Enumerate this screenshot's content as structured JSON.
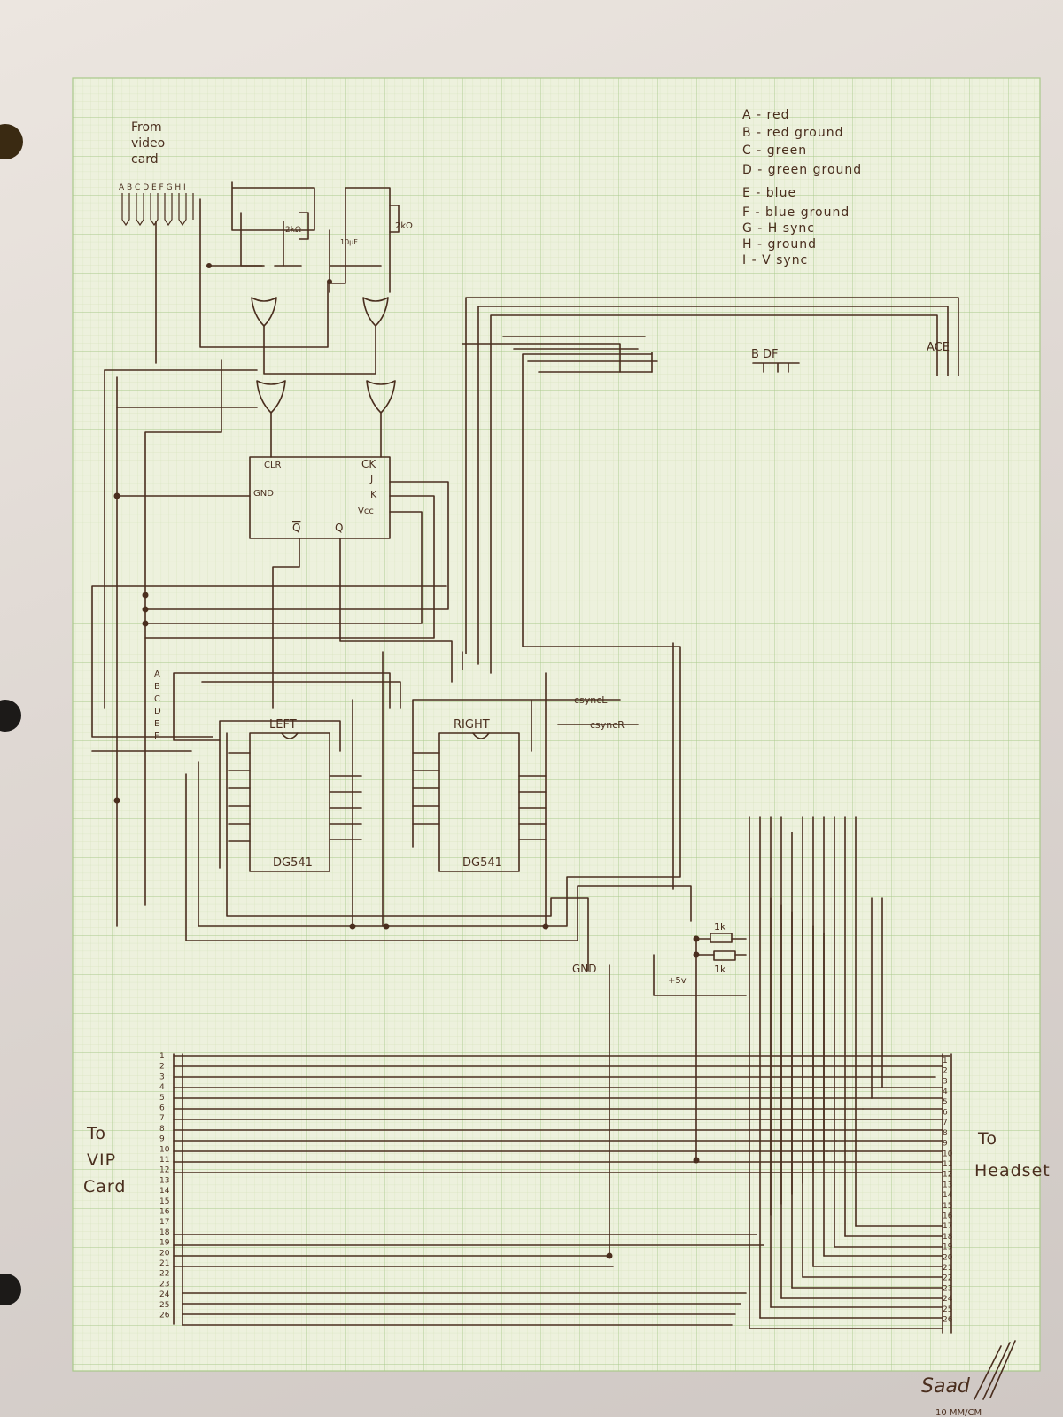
{
  "legend": [
    "A - red",
    "B - red ground",
    "C - green",
    "D - green ground",
    "E - blue",
    "F - blue ground",
    "G - H sync",
    "H - ground",
    "I - V sync"
  ],
  "labels": {
    "from_video_card": [
      "From",
      "video",
      "card"
    ],
    "video_pins": "A B C D E F G H I",
    "res_left": "2kΩ",
    "res_right": "2kΩ",
    "cap_right": "10μF",
    "clr": "CLR",
    "ck": "CK",
    "gnd_pin": "GND",
    "j": "J",
    "k": "K",
    "vcc": "Vcc",
    "qbar": "Q",
    "q": "Q",
    "abcdef": [
      "A",
      "B",
      "C",
      "D",
      "E",
      "F"
    ],
    "left": "LEFT",
    "right": "RIGHT",
    "chip_left": "DG541",
    "chip_right": "DG541",
    "csync_l": "csyncL",
    "csync_r": "csyncR",
    "tap_mid": "B DF",
    "tap_right": "ACE",
    "gnd": "GND",
    "plus5v": "+5v",
    "r1": "1k",
    "r2": "1k",
    "to_vip": [
      "To",
      "VIP",
      "Card"
    ],
    "to_headset": [
      "To",
      "Headset"
    ],
    "signature": "Saad",
    "scale_note": "10 MM/CM"
  },
  "connector_pins": [
    1,
    2,
    3,
    4,
    5,
    6,
    7,
    8,
    9,
    10,
    11,
    12,
    13,
    14,
    15,
    16,
    17,
    18,
    19,
    20,
    21,
    22,
    23,
    24,
    25,
    26
  ],
  "colors": {
    "ink": "#4a2e1e",
    "grid_minor": "#cfe0b4",
    "grid_major": "#a9c98a",
    "paper": "#edf1dd"
  }
}
